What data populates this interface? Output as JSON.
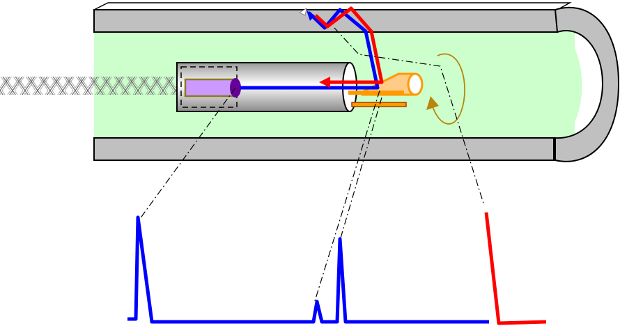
{
  "colors": {
    "lumen_fill": "#ccffcc",
    "wall_fill": "#c0c0c0",
    "outline": "#000000",
    "catheter_fill": "#e0e0e0",
    "crystal_fill": "#cc99ff",
    "crystal_border": "#8a7a20",
    "focus_spot": "#660099",
    "transmit_path": "#0000ff",
    "echo_path": "#ff0000",
    "mirror_orange": "#ff9900",
    "mirror_dark": "#994400",
    "rotation_arrow": "#b8860b",
    "guide_line": "#000000",
    "cable_pattern": "#555555"
  },
  "diagram": {
    "components": [
      {
        "id": "vessel-wall",
        "icon": "tube-wall-shape"
      },
      {
        "id": "vessel-lumen",
        "icon": "lumen-shape"
      },
      {
        "id": "drive-cable",
        "icon": "braided-cable-shape"
      },
      {
        "id": "catheter-sheath",
        "icon": "cylinder-shape"
      },
      {
        "id": "transducer-crystal",
        "icon": "rectangle-shape"
      },
      {
        "id": "rotating-mirror",
        "icon": "mirror-shape"
      },
      {
        "id": "rotation-direction",
        "icon": "rotation-arrow-icon"
      }
    ],
    "traces": [
      {
        "id": "signal-trace-blue",
        "color": "#0000ff"
      },
      {
        "id": "signal-trace-red",
        "color": "#ff0000"
      }
    ]
  }
}
